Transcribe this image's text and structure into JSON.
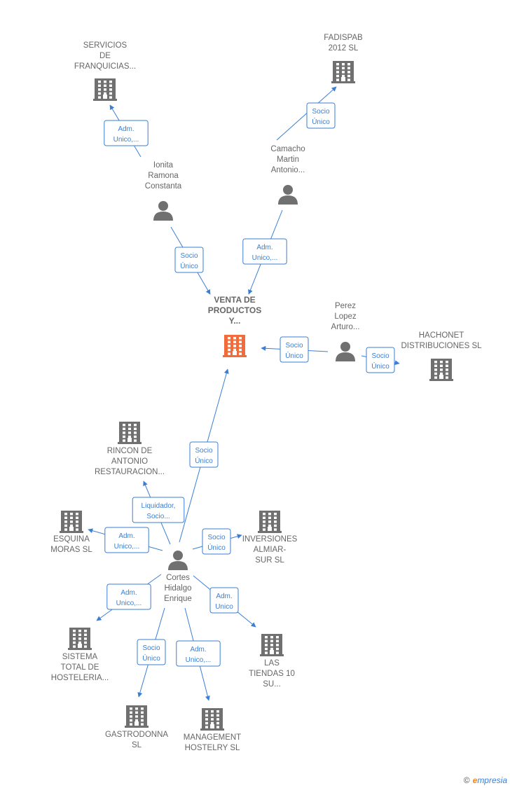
{
  "colors": {
    "edge": "#3a7fd5",
    "building": "#707070",
    "center_building": "#f26b3a",
    "person": "#707070"
  },
  "nodes": [
    {
      "id": "center",
      "type": "company",
      "center": true,
      "label": [
        "VENTA DE",
        "PRODUCTOS",
        "Y..."
      ]
    },
    {
      "id": "servicios",
      "type": "company",
      "label": [
        "SERVICIOS",
        "DE",
        "FRANQUICIAS..."
      ]
    },
    {
      "id": "fadispab",
      "type": "company",
      "label": [
        "FADISPAB",
        "2012  SL"
      ]
    },
    {
      "id": "camacho",
      "type": "person",
      "label": [
        "Camacho",
        "Martin",
        "Antonio..."
      ]
    },
    {
      "id": "ionita",
      "type": "person",
      "label": [
        "Ionita",
        "Ramona",
        "Constanta"
      ]
    },
    {
      "id": "perez",
      "type": "person",
      "label": [
        "Perez",
        "Lopez",
        "Arturo..."
      ]
    },
    {
      "id": "hachonet",
      "type": "company",
      "label": [
        "HACHONET",
        "DISTRIBUCIONES SL"
      ]
    },
    {
      "id": "rincon",
      "type": "company",
      "label": [
        "RINCON DE",
        "ANTONIO",
        "RESTAURACION..."
      ]
    },
    {
      "id": "esquina",
      "type": "company",
      "label": [
        "ESQUINA",
        "MORAS  SL"
      ]
    },
    {
      "id": "inversiones",
      "type": "company",
      "label": [
        "INVERSIONES",
        "ALMIAR-",
        "SUR  SL"
      ]
    },
    {
      "id": "cortes",
      "type": "person",
      "label": [
        "Cortes",
        "Hidalgo",
        "Enrique"
      ]
    },
    {
      "id": "sistema",
      "type": "company",
      "label": [
        "SISTEMA",
        "TOTAL DE",
        "HOSTELERIA..."
      ]
    },
    {
      "id": "lastiendas",
      "type": "company",
      "label": [
        "LAS",
        "TIENDAS 10",
        "SU..."
      ]
    },
    {
      "id": "gastrodonna",
      "type": "company",
      "label": [
        "GASTRODONNA",
        "SL"
      ]
    },
    {
      "id": "management",
      "type": "company",
      "label": [
        "MANAGEMENT",
        "HOSTELRY  SL"
      ]
    }
  ],
  "edges": [
    {
      "from": "ionita",
      "to": "servicios",
      "label": [
        "Adm.",
        "Unico,..."
      ]
    },
    {
      "from": "camacho",
      "to": "fadispab",
      "label": [
        "Socio",
        "Único"
      ]
    },
    {
      "from": "ionita",
      "to": "center",
      "label": [
        "Socio",
        "Único"
      ]
    },
    {
      "from": "camacho",
      "to": "center",
      "label": [
        "Adm.",
        "Unico,..."
      ]
    },
    {
      "from": "perez",
      "to": "center",
      "label": [
        "Socio",
        "Único"
      ]
    },
    {
      "from": "perez",
      "to": "hachonet",
      "label": [
        "Socio",
        "Único"
      ]
    },
    {
      "from": "cortes",
      "to": "center",
      "label": [
        "Socio",
        "Único"
      ]
    },
    {
      "from": "cortes",
      "to": "rincon",
      "label": [
        "Liquidador,",
        "Socio..."
      ]
    },
    {
      "from": "cortes",
      "to": "esquina",
      "label": [
        "Adm.",
        "Unico,..."
      ]
    },
    {
      "from": "cortes",
      "to": "inversiones",
      "label": [
        "Socio",
        "Único"
      ]
    },
    {
      "from": "cortes",
      "to": "sistema",
      "label": [
        "Adm.",
        "Unico,..."
      ]
    },
    {
      "from": "cortes",
      "to": "lastiendas",
      "label": [
        "Adm.",
        "Unico"
      ]
    },
    {
      "from": "cortes",
      "to": "gastrodonna",
      "label": [
        "Socio",
        "Único"
      ]
    },
    {
      "from": "cortes",
      "to": "management",
      "label": [
        "Adm.",
        "Unico,..."
      ]
    }
  ],
  "footer": {
    "copyright": "©",
    "brand_initial": "e",
    "brand_rest": "mpresia"
  }
}
